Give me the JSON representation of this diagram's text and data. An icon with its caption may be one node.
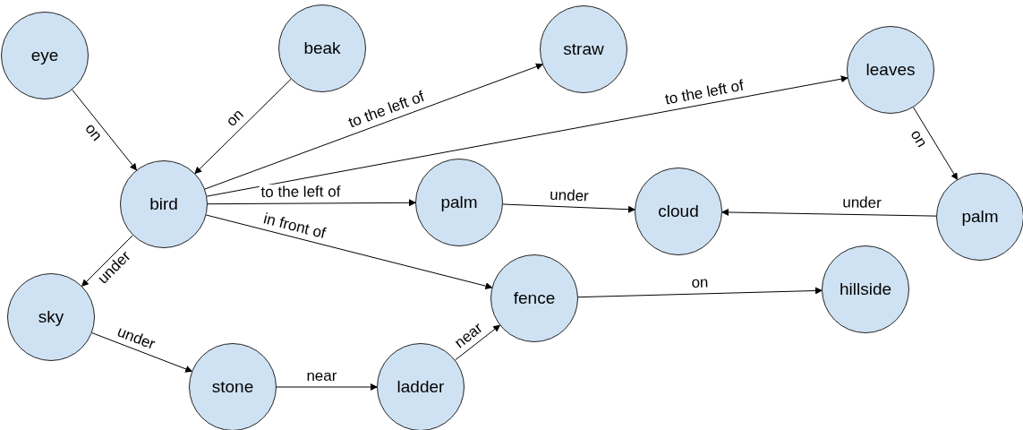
{
  "diagram": {
    "nodes": [
      {
        "text": [
          "eye"
        ]
      },
      {
        "text": [
          "beak"
        ]
      },
      {
        "text": [
          "straw"
        ]
      },
      {
        "text": [
          "leaves"
        ]
      },
      {
        "text": [
          "bird"
        ]
      },
      {
        "text": [
          "palm"
        ]
      },
      {
        "text": [
          "cloud"
        ]
      },
      {
        "text": [
          "palm"
        ]
      },
      {
        "text": [
          "sky"
        ]
      },
      {
        "text": [
          "fence"
        ]
      },
      {
        "text": [
          "hillside"
        ]
      },
      {
        "text": [
          "stone"
        ]
      },
      {
        "text": [
          "ladder"
        ]
      }
    ],
    "edges": [
      {
        "from": 0,
        "to": 4,
        "arrow": "to",
        "label": "on"
      },
      {
        "from": 1,
        "to": 4,
        "arrow": "to",
        "label": "on"
      },
      {
        "from": 4,
        "to": 2,
        "arrow": "to",
        "label": "to the left of"
      },
      {
        "from": 4,
        "to": 3,
        "arrow": "to",
        "label": "to the left of"
      },
      {
        "from": 4,
        "to": 5,
        "arrow": "to",
        "label": "to the left of"
      },
      {
        "from": 5,
        "to": 6,
        "arrow": "to",
        "label": "under"
      },
      {
        "from": 3,
        "to": 7,
        "arrow": "to",
        "label": "on"
      },
      {
        "from": 7,
        "to": 6,
        "arrow": "to",
        "label": "under"
      },
      {
        "from": 4,
        "to": 8,
        "arrow": "to",
        "label": "under"
      },
      {
        "from": 4,
        "to": 9,
        "arrow": "to",
        "label": "in front of"
      },
      {
        "from": 9,
        "to": 10,
        "arrow": "to",
        "label": "on"
      },
      {
        "from": 8,
        "to": 11,
        "arrow": "to",
        "label": "under"
      },
      {
        "from": 11,
        "to": 12,
        "arrow": "to",
        "label": "near"
      },
      {
        "from": 12,
        "to": 9,
        "arrow": "to",
        "label": "near"
      }
    ]
  }
}
